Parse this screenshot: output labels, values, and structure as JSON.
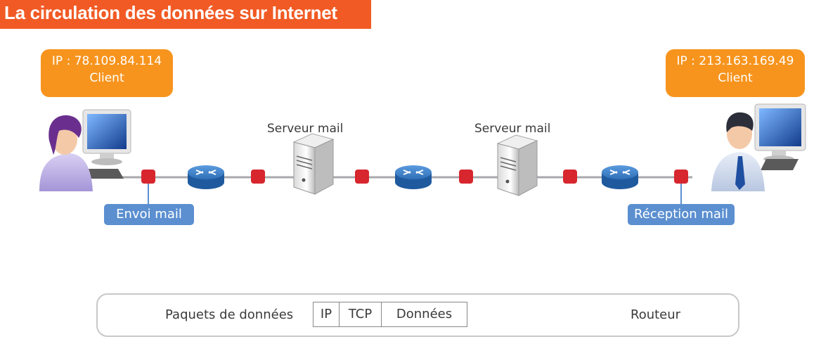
{
  "title": "La circulation des données sur Internet",
  "clients": [
    {
      "ip": "IP : 78.109.84.114",
      "role": "Client"
    },
    {
      "ip": "IP : 213.163.169.49",
      "role": "Client"
    }
  ],
  "servers": [
    {
      "label": "Serveur mail"
    },
    {
      "label": "Serveur mail"
    }
  ],
  "callouts": {
    "send": "Envoi mail",
    "receive": "Réception mail"
  },
  "legend": {
    "packets_label": "Paquets de données",
    "packet_fields": [
      "IP",
      "TCP",
      "Données"
    ],
    "router_label": "Routeur"
  },
  "colors": {
    "title_bg": "#f15a24",
    "client_box": "#f7941d",
    "packet": "#d7262e",
    "router": "#2f6fb5",
    "callout": "#5b8fd0"
  }
}
